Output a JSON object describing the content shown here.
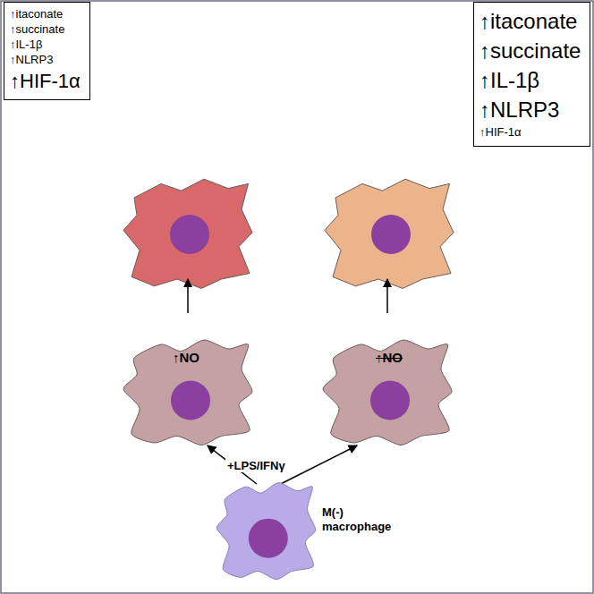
{
  "diagram": {
    "nodes": [
      {
        "text": [
          "↑itaconate",
          "↑succinate",
          "↑IL-1β",
          "↑NLRP3",
          "↑HIF-1α"
        ]
      },
      {
        "text": [
          "↑itaconate",
          "↑succinate",
          "↑IL-1β",
          "↑NLRP3",
          "↑HIF-1α"
        ]
      },
      {
        "text": [
          "↑NO"
        ]
      },
      {
        "text": [
          "↑NO"
        ]
      },
      {
        "text": [
          "M(-) macrophage"
        ]
      }
    ],
    "edges": [
      {
        "from": 4,
        "to": 2,
        "arrow": "to"
      },
      {
        "from": 4,
        "to": 3,
        "arrow": "to"
      }
    ],
    "labels": [
      "+LPS/IFNγ"
    ]
  }
}
